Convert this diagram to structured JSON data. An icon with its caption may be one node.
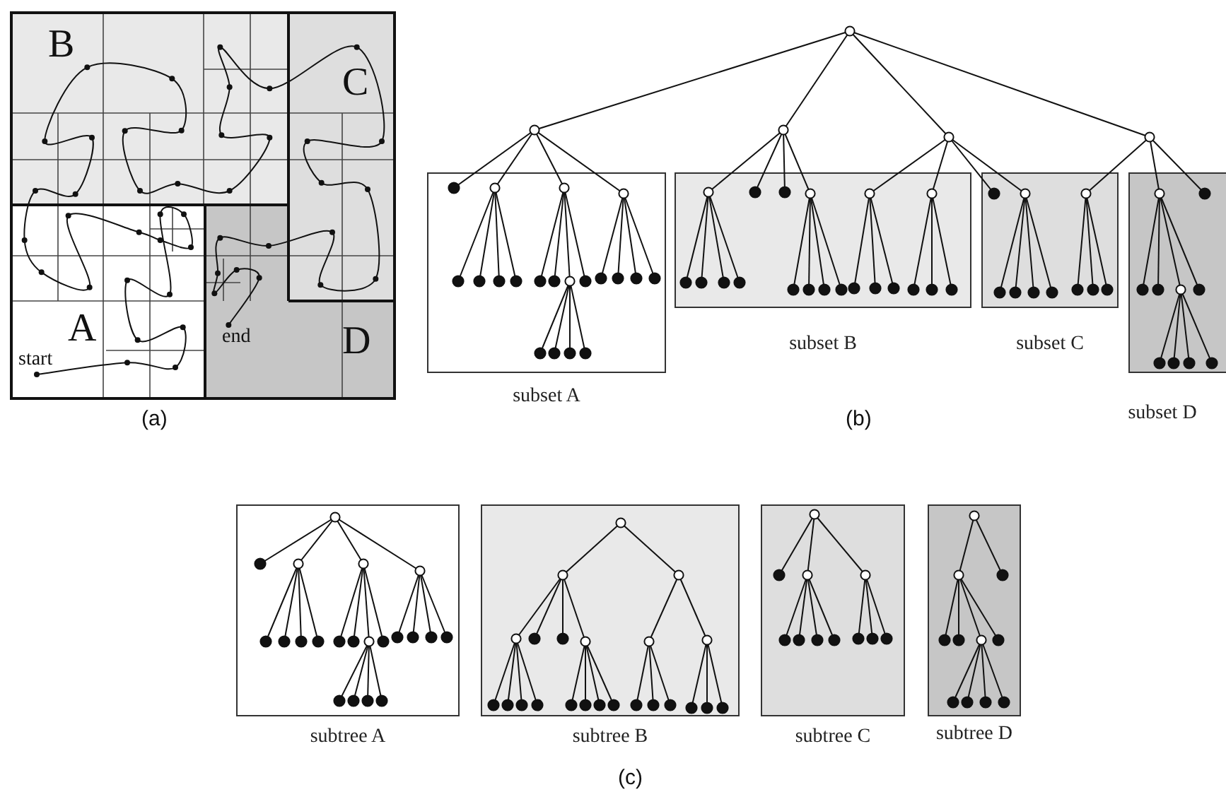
{
  "diagram": {
    "nodes": [
      {
        "text": [
          "subset A"
        ]
      },
      {
        "text": [
          "subset B"
        ]
      },
      {
        "text": [
          "subset C"
        ]
      },
      {
        "text": [
          "subset D"
        ]
      },
      {
        "text": [
          "subtree A"
        ]
      },
      {
        "text": [
          "subtree B"
        ]
      },
      {
        "text": [
          "subtree C"
        ]
      },
      {
        "text": [
          "subtree D"
        ]
      }
    ],
    "labels": [
      "B",
      "C",
      "A",
      "start",
      "end",
      "D",
      "(a)",
      "(b)",
      "(c)"
    ]
  }
}
